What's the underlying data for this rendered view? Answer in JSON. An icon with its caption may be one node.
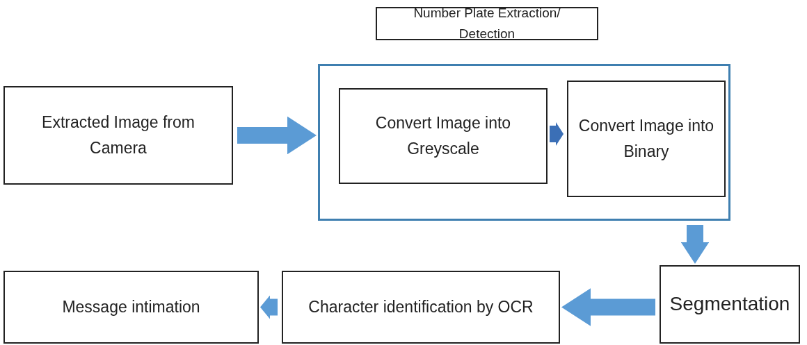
{
  "diagram": {
    "nodes": [
      {
        "text": [
          "Number Plate Extraction/ Detection"
        ]
      },
      {
        "text": [
          "Extracted Image from Camera"
        ]
      },
      {
        "text": [],
        "shape": "box"
      },
      {
        "text": [
          "Convert Image into Greyscale"
        ],
        "in": 2
      },
      {
        "text": [
          "Convert Image into Binary"
        ],
        "in": 2
      },
      {
        "text": [
          "Segmentation"
        ]
      },
      {
        "text": [
          "Character identification by OCR"
        ]
      },
      {
        "text": [
          "Message intimation"
        ]
      }
    ],
    "edges": [
      {
        "from": 1,
        "to": 2,
        "arrow": "to"
      },
      {
        "from": 3,
        "to": 4,
        "arrow": "to",
        "color": "#3b6fb6"
      },
      {
        "from": 2,
        "to": 5,
        "arrow": "to"
      },
      {
        "from": 5,
        "to": 6,
        "arrow": "to"
      },
      {
        "from": 6,
        "to": 7,
        "arrow": "to"
      }
    ]
  }
}
